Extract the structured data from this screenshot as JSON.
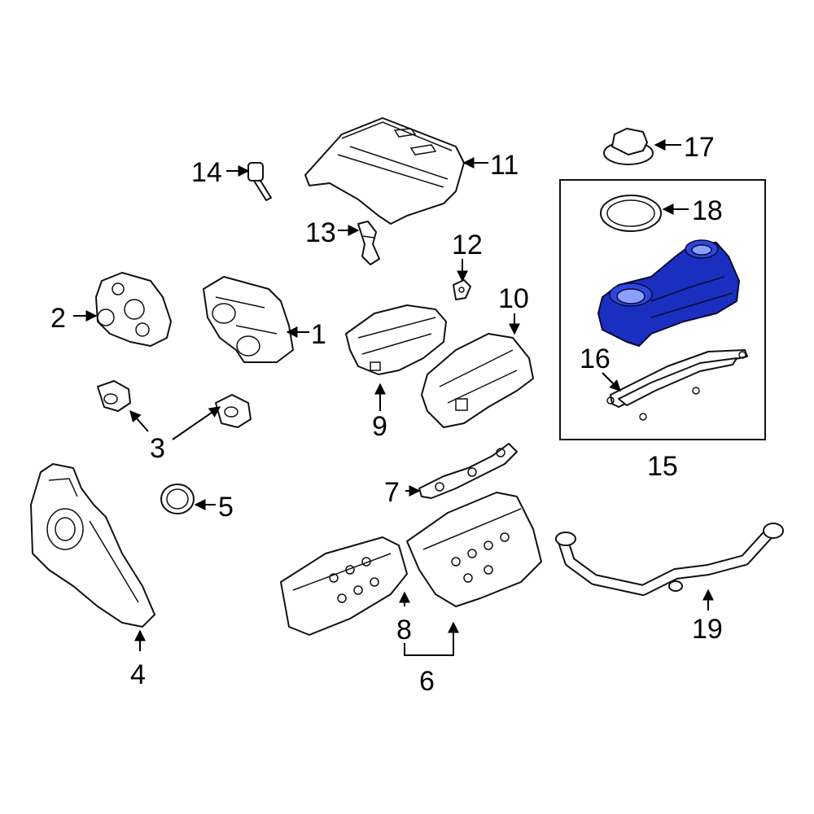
{
  "diagram": {
    "highlight_color": "#1a2fbf",
    "callouts": [
      "1",
      "2",
      "3",
      "4",
      "5",
      "6",
      "7",
      "8",
      "9",
      "10",
      "11",
      "12",
      "13",
      "14",
      "15",
      "16",
      "17",
      "18",
      "19"
    ]
  }
}
